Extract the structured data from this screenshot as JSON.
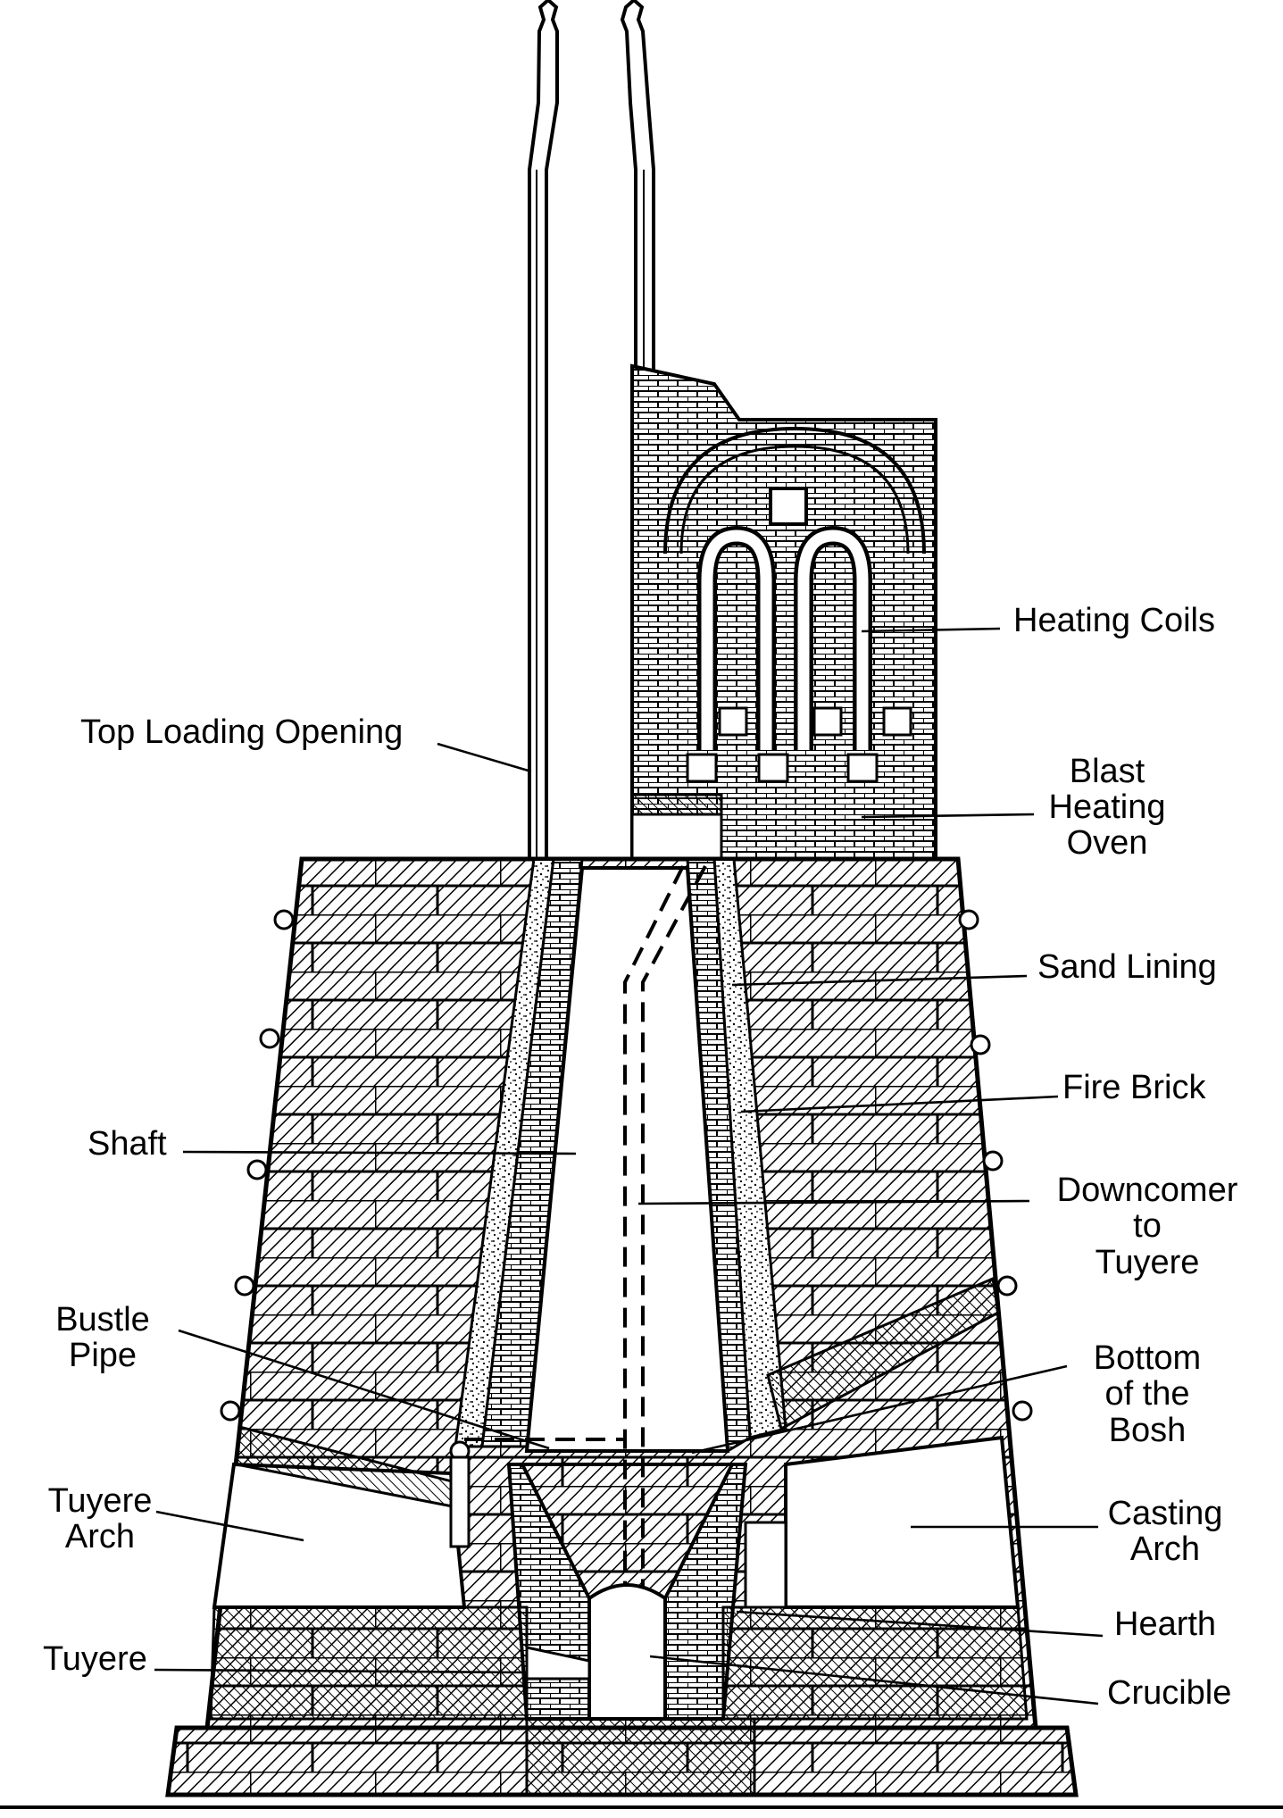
{
  "labels": {
    "heating_coils": "Heating Coils",
    "top_loading_opening": "Top Loading Opening",
    "blast_heating_oven": [
      "Blast",
      "Heating",
      "Oven"
    ],
    "sand_lining": "Sand Lining",
    "fire_brick": "Fire Brick",
    "shaft": "Shaft",
    "downcomer_to_tuyere": [
      "Downcomer",
      "to",
      "Tuyere"
    ],
    "bustle_pipe": [
      "Bustle",
      "Pipe"
    ],
    "bottom_of_the_bosh": [
      "Bottom",
      "of the",
      "Bosh"
    ],
    "tuyere_arch": [
      "Tuyere",
      "Arch"
    ],
    "casting_arch": [
      "Casting",
      "Arch"
    ],
    "hearth": "Hearth",
    "tuyere": "Tuyere",
    "crucible": "Crucible"
  },
  "colors": {
    "ink": "#000000",
    "paper": "#ffffff"
  }
}
